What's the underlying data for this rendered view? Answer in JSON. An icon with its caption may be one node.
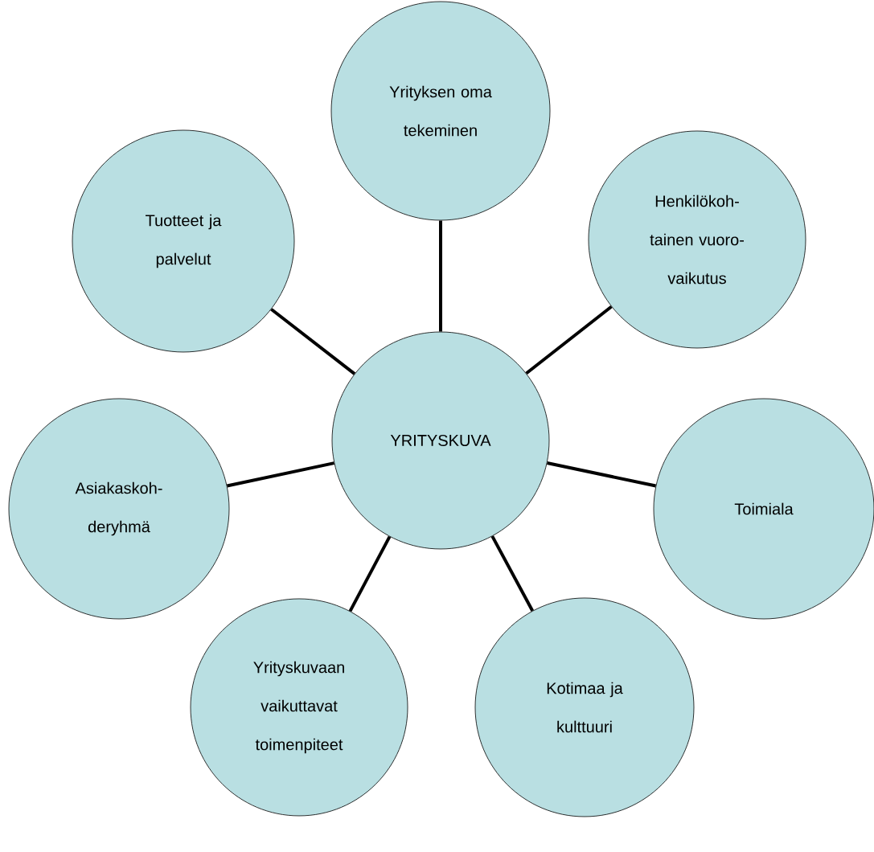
{
  "diagram": {
    "nodes": [
      {
        "text": [
          "Yrityksen oma tekeminen"
        ]
      },
      {
        "text": [
          "Tuotteet ja palvelut"
        ]
      },
      {
        "text": [
          "Henkilökoh- tainen vuoro- vaikutus"
        ]
      },
      {
        "text": [
          "YRITYSKUVA"
        ]
      },
      {
        "text": [
          "Asiakaskoh- deryhmä"
        ]
      },
      {
        "text": [
          "Toimiala"
        ]
      },
      {
        "text": [
          "Yrityskuvaan vaikuttavat toimenpiteet"
        ]
      },
      {
        "text": [
          "Kotimaa ja kulttuuri"
        ]
      }
    ],
    "edges": [
      {
        "from": 3,
        "to": 0,
        "arrow": "none"
      },
      {
        "from": 3,
        "to": 1,
        "arrow": "none"
      },
      {
        "from": 3,
        "to": 2,
        "arrow": "none"
      },
      {
        "from": 3,
        "to": 4,
        "arrow": "none"
      },
      {
        "from": 3,
        "to": 5,
        "arrow": "none"
      },
      {
        "from": 3,
        "to": 6,
        "arrow": "none"
      },
      {
        "from": 3,
        "to": 7,
        "arrow": "none"
      }
    ]
  }
}
